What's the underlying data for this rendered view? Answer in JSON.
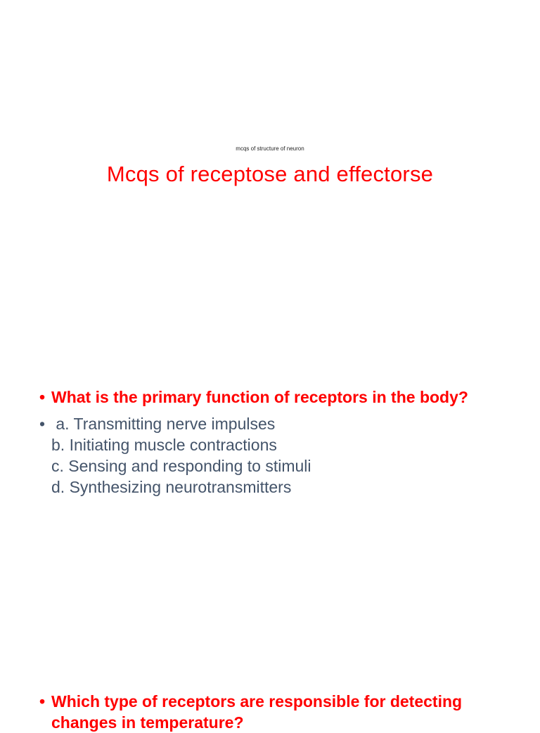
{
  "colors": {
    "title": "#ff0000",
    "question": "#ff0000",
    "options": "#44546a",
    "background": "#ffffff"
  },
  "cover": {
    "subtitle": "mcqs of structure of neuron",
    "title": "Mcqs of receptose and effectorse"
  },
  "bullet_glyph": "•",
  "questions": [
    {
      "text": "What is the primary function of receptors in the body?",
      "options": [
        " a. Transmitting nerve impulses",
        "b. Initiating muscle contractions",
        "c. Sensing and responding to stimuli",
        "d. Synthesizing neurotransmitters"
      ]
    },
    {
      "text": "Which type of receptors are responsible for detecting changes in temperature?"
    }
  ]
}
